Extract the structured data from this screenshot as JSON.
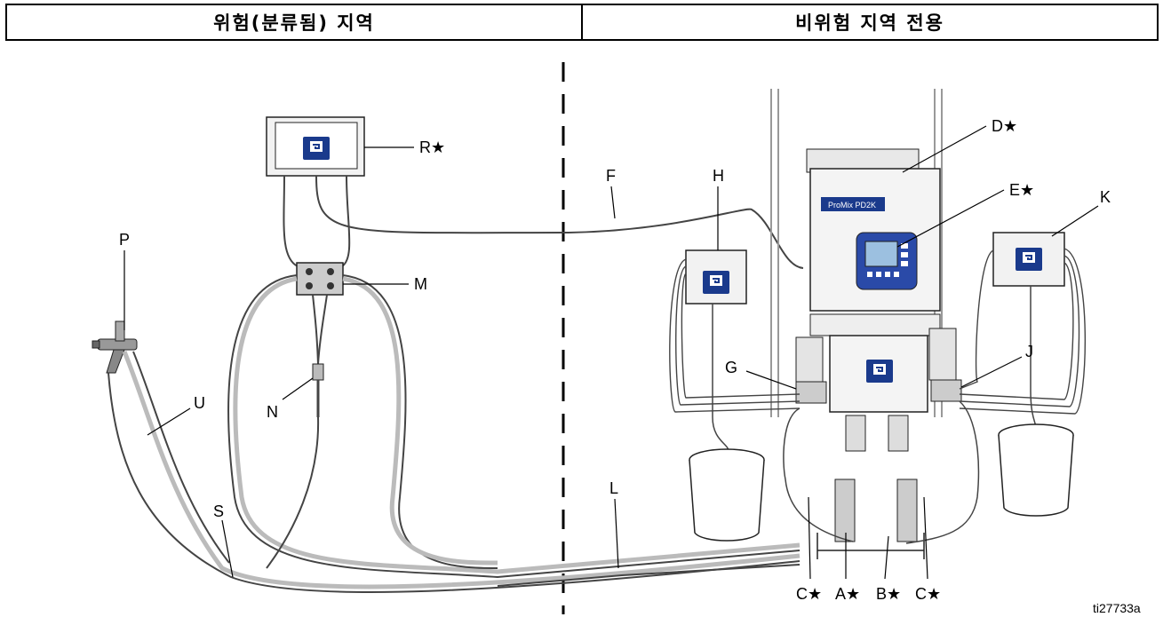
{
  "header": {
    "hazardous": "위험(분류됨) 지역",
    "nonhazardous": "비위험 지역 전용"
  },
  "labels": {
    "R": "R★",
    "D": "D★",
    "E": "E★",
    "F": "F",
    "H": "H",
    "K": "K",
    "P": "P",
    "M": "M",
    "G": "G",
    "J": "J",
    "N": "N",
    "U": "U",
    "S": "S",
    "L": "L",
    "C1": "C★",
    "A": "A★",
    "B": "B★",
    "C2": "C★"
  },
  "display": {
    "model": "ProMix PD2K"
  },
  "figure_ref": "ti27733a",
  "icons": [
    "graco-logo-icon"
  ]
}
